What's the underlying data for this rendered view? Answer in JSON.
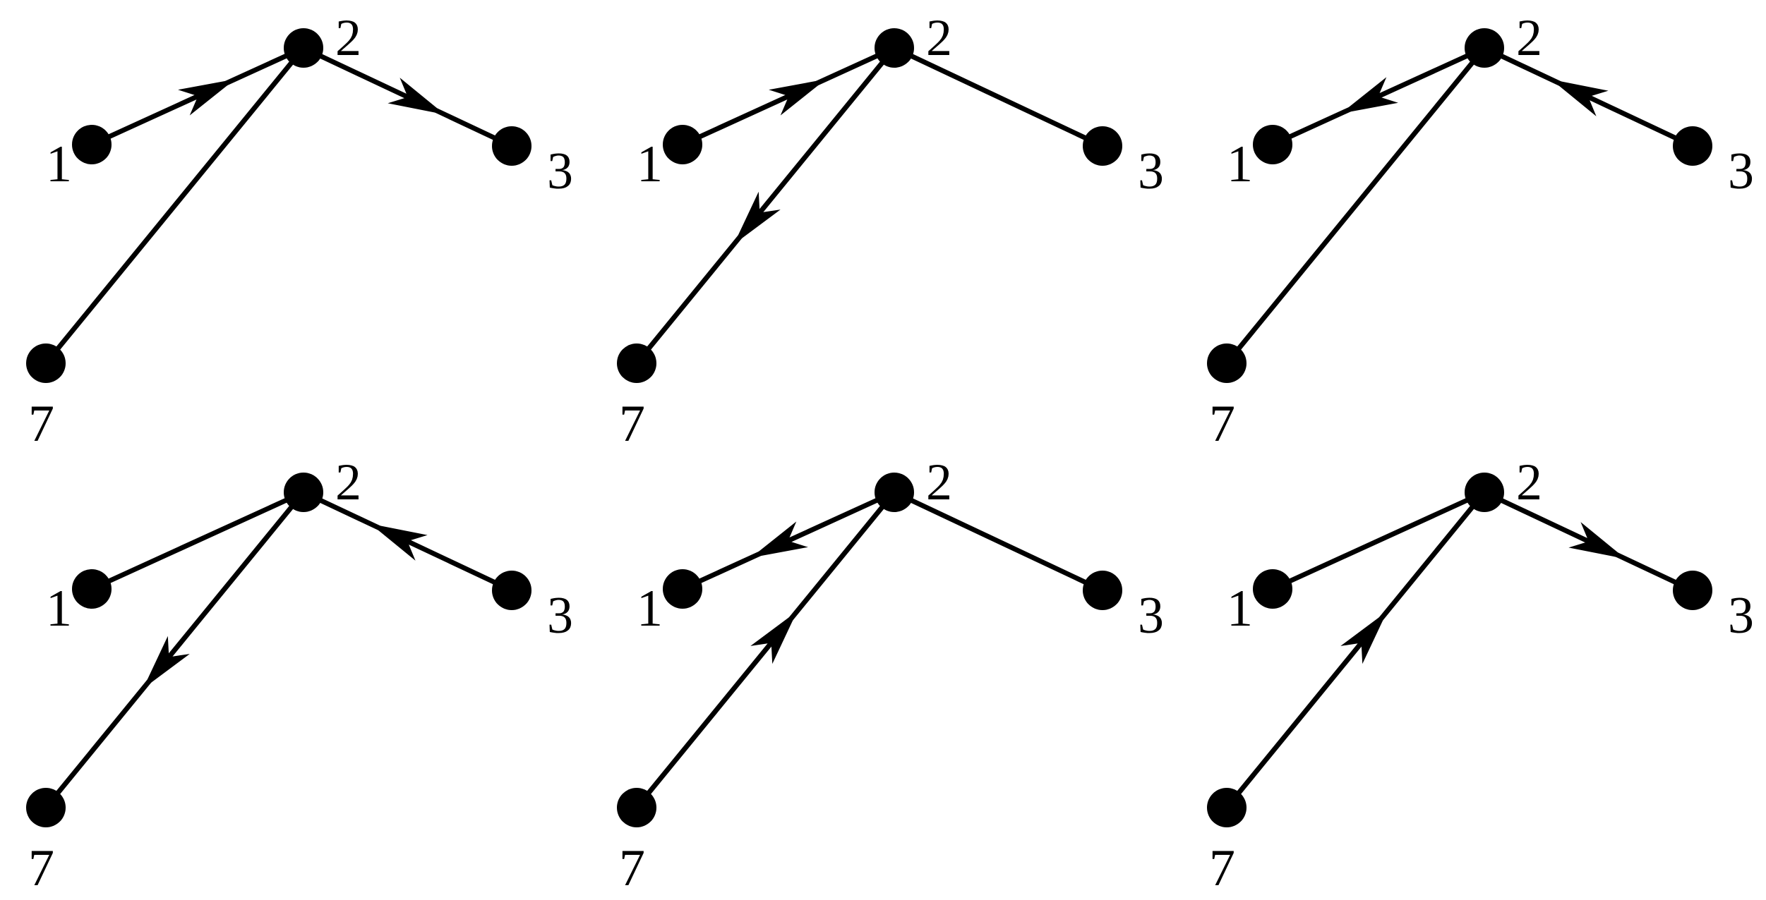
{
  "colors": {
    "ink": "#000000",
    "background": "#ffffff"
  },
  "node_labels": {
    "n1": "1",
    "n2": "2",
    "n3": "3",
    "n7": "7"
  },
  "panels": [
    {
      "id": "panel-1",
      "arrows": [
        {
          "from": "n1",
          "to": "n2",
          "dir": "forward"
        },
        {
          "from": "n2",
          "to": "n3",
          "dir": "forward"
        }
      ]
    },
    {
      "id": "panel-2",
      "arrows": [
        {
          "from": "n1",
          "to": "n2",
          "dir": "forward"
        },
        {
          "from": "n2",
          "to": "n7",
          "dir": "forward"
        }
      ]
    },
    {
      "id": "panel-3",
      "arrows": [
        {
          "from": "n2",
          "to": "n1",
          "dir": "forward"
        },
        {
          "from": "n3",
          "to": "n2",
          "dir": "forward"
        }
      ]
    },
    {
      "id": "panel-4",
      "arrows": [
        {
          "from": "n3",
          "to": "n2",
          "dir": "forward"
        },
        {
          "from": "n2",
          "to": "n7",
          "dir": "forward"
        }
      ]
    },
    {
      "id": "panel-5",
      "arrows": [
        {
          "from": "n2",
          "to": "n1",
          "dir": "forward"
        },
        {
          "from": "n7",
          "to": "n2",
          "dir": "forward"
        }
      ]
    },
    {
      "id": "panel-6",
      "arrows": [
        {
          "from": "n2",
          "to": "n3",
          "dir": "forward"
        },
        {
          "from": "n7",
          "to": "n2",
          "dir": "forward"
        }
      ]
    }
  ]
}
